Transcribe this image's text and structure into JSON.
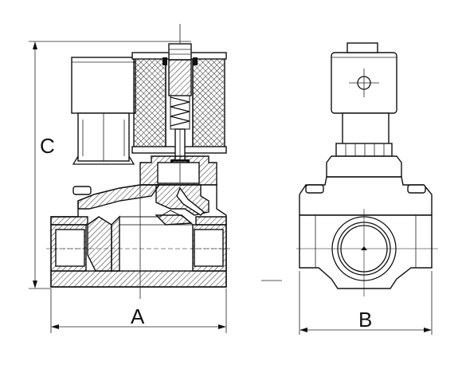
{
  "dimensions": {
    "a_label": "A",
    "b_label": "B",
    "c_label": "C"
  },
  "colors": {
    "line": "#111111",
    "background": "#ffffff"
  }
}
